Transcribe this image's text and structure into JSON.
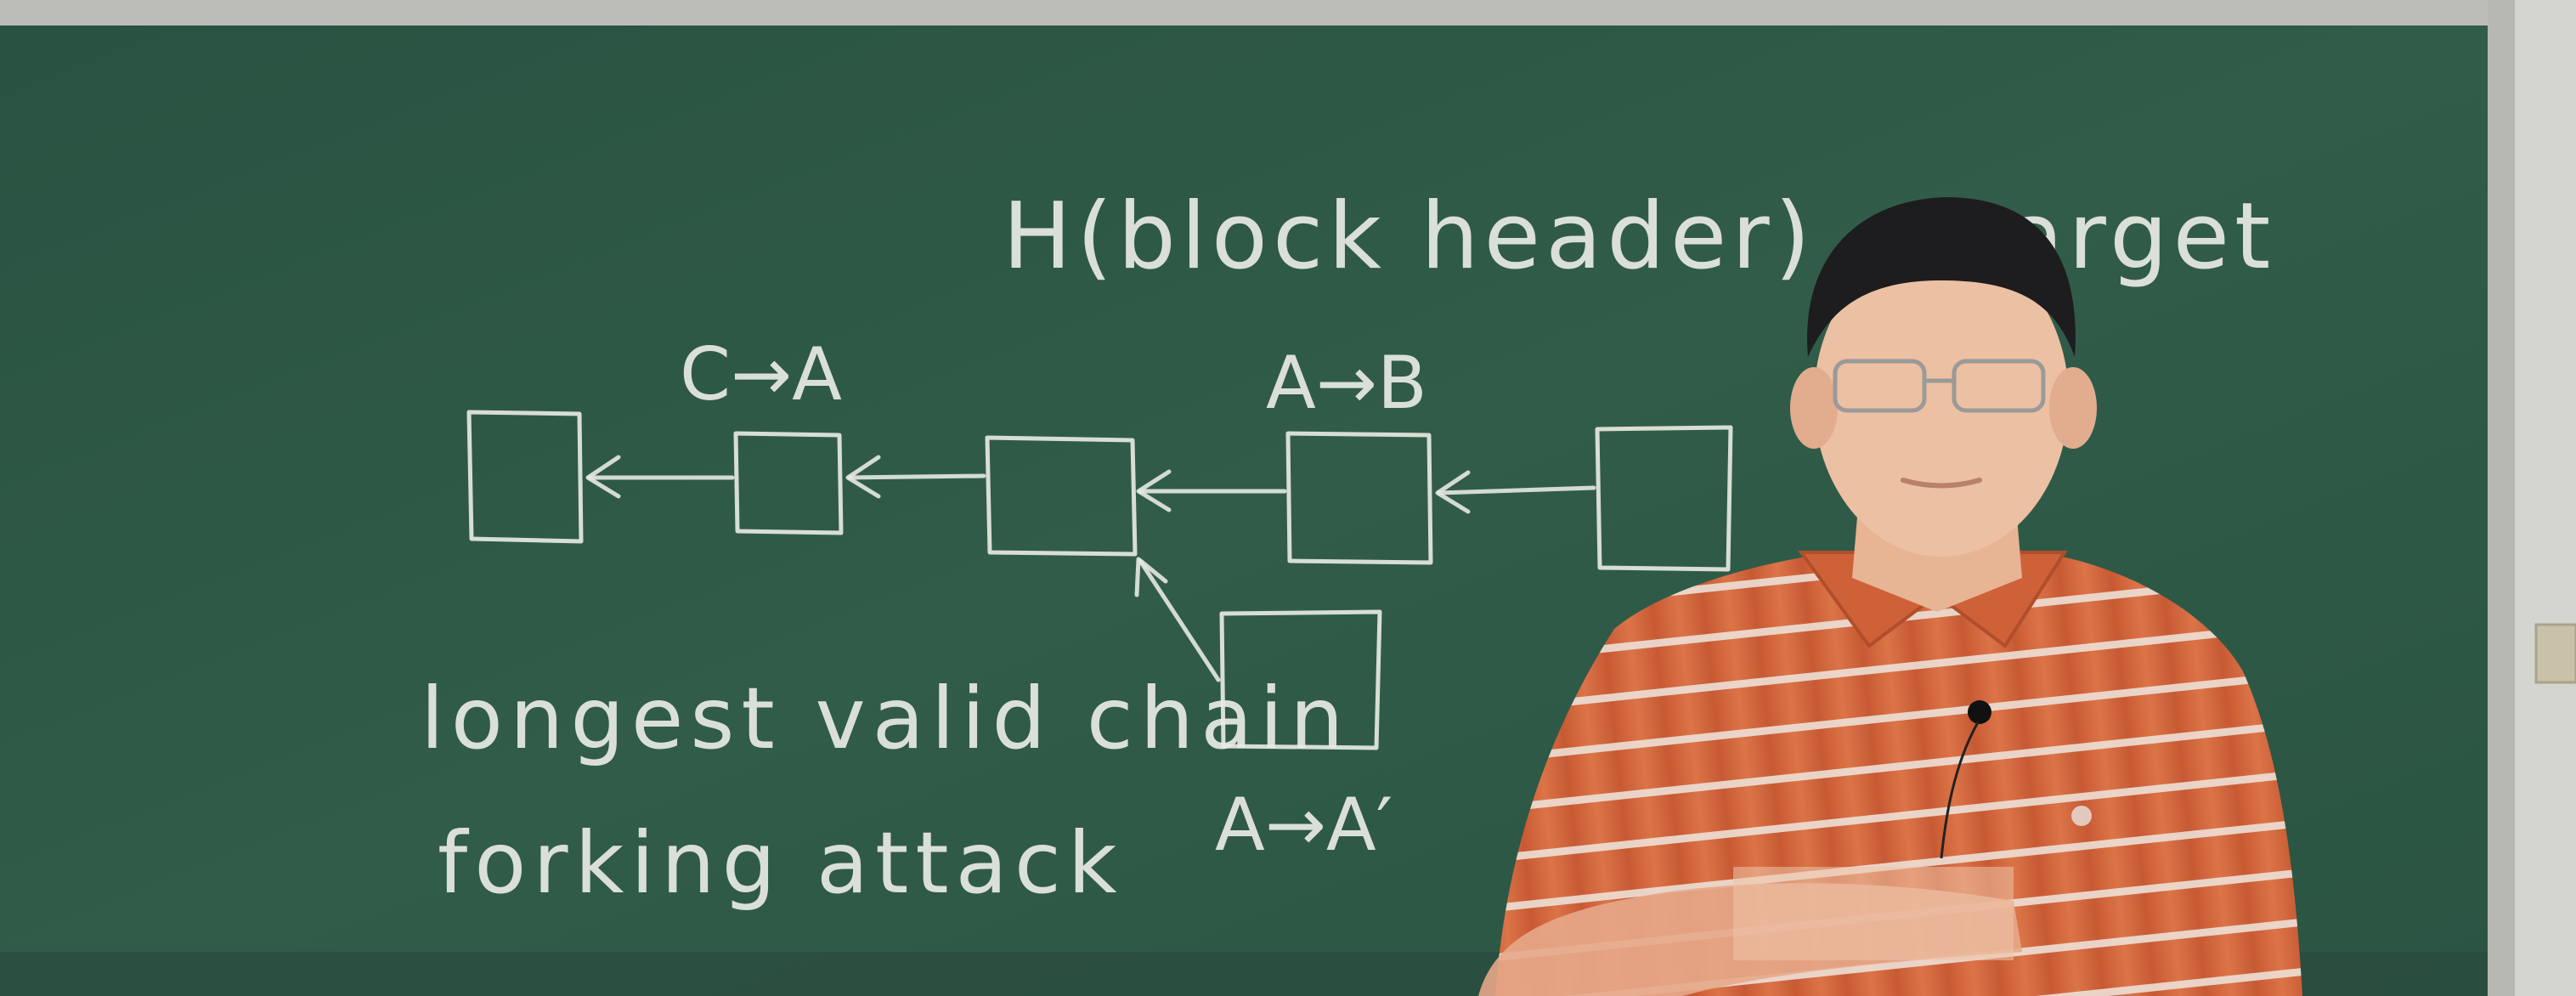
{
  "blackboard": {
    "formula": "H(block header) ≤ target",
    "transaction_labels": {
      "c_to_a": "C→A",
      "a_to_b": "A→B",
      "a_to_a_prime": "A→A′"
    },
    "notes": {
      "line_1": "longest valid chain",
      "line_2": "forking attack"
    },
    "chain": {
      "main_block_count": 5,
      "fork_block_count": 1
    }
  },
  "colors": {
    "board": "#2f5a47",
    "chalk": "#e6e9e1",
    "shirt": "#d7693f",
    "frame": "#c4c4c0"
  }
}
